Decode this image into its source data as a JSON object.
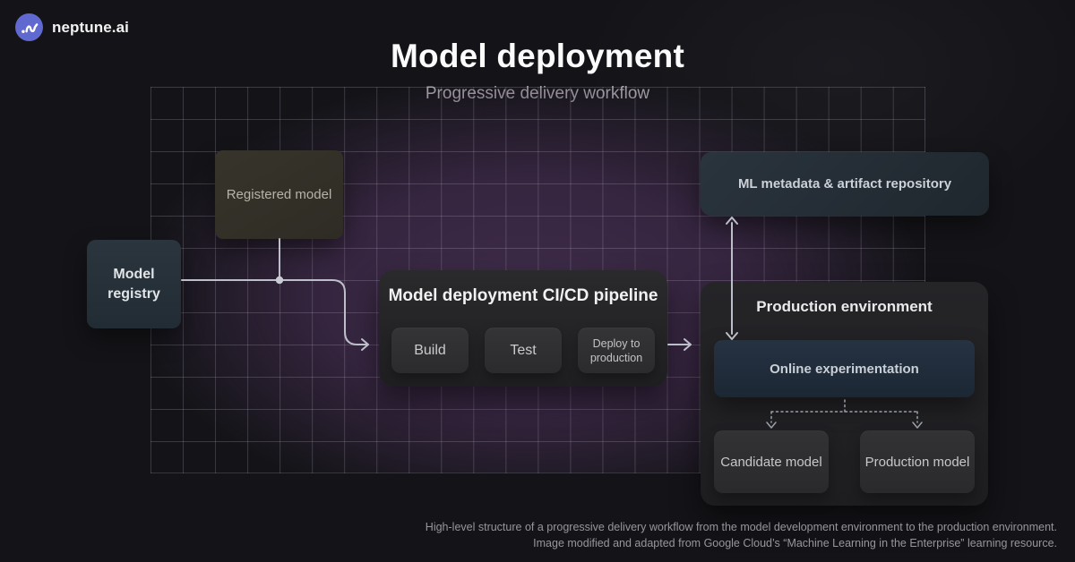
{
  "brand": {
    "name": "neptune.ai",
    "logo": "neptune-wave-icon",
    "logo_color": "#6069cf"
  },
  "header": {
    "title": "Model deployment",
    "subtitle": "Progressive delivery workflow"
  },
  "diagram": {
    "registered_model": {
      "label": "Registered model"
    },
    "model_registry": {
      "label": "Model registry"
    },
    "cicd": {
      "title": "Model deployment CI/CD pipeline",
      "steps": [
        "Build",
        "Test",
        "Deploy to production"
      ]
    },
    "ml_metadata": {
      "label": "ML metadata & artifact repository"
    },
    "production_env": {
      "title": "Production environment",
      "online_experimentation": "Online experimentation",
      "candidate_model": "Candidate model",
      "production_model": "Production model"
    }
  },
  "footer": {
    "line1": "High-level structure of a progressive delivery workflow from the model development environment to the production environment.",
    "line2": "Image modified and adapted from Google Cloud’s “Machine Learning in the Enterprise” learning resource."
  },
  "colors": {
    "background": "#141418",
    "glow_purple": "#3e2c49",
    "grid_line": "#c6bcd1",
    "connector": "#bcbfca",
    "slate_box": "#27313a",
    "gray_box": "#2e2e30",
    "olive_box": "#34322a",
    "brand_accent": "#6069cf"
  }
}
